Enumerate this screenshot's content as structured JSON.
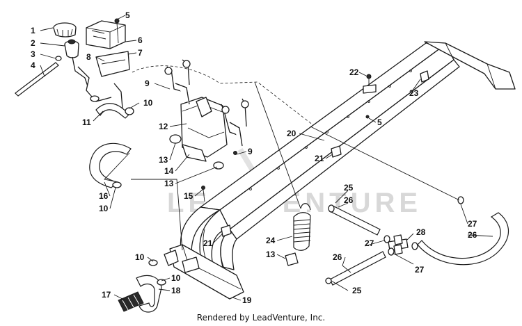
{
  "watermark": "LEADVENTURE",
  "credit": "Rendered by LeadVenture, Inc.",
  "callouts": [
    "1",
    "2",
    "3",
    "4",
    "5",
    "6",
    "7",
    "8",
    "9",
    "10",
    "10",
    "11",
    "12",
    "13",
    "14",
    "13",
    "9",
    "15",
    "16",
    "10",
    "20",
    "21",
    "22",
    "23",
    "5",
    "21",
    "24",
    "13",
    "25",
    "26",
    "27",
    "26",
    "27",
    "28",
    "27",
    "26",
    "25",
    "10",
    "10",
    "18",
    "17",
    "19"
  ]
}
